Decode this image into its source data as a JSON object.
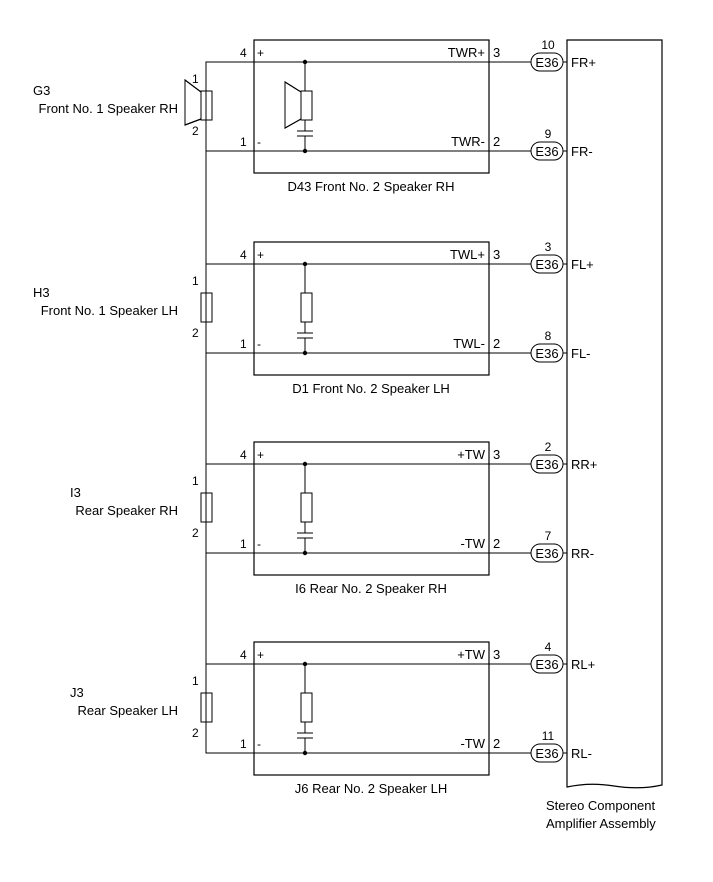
{
  "amplifier": {
    "label_line1": "Stereo Component",
    "label_line2": "Amplifier Assembly"
  },
  "circuits": [
    {
      "speaker_code": "G3",
      "speaker_name": "Front No. 1 Speaker RH",
      "tweeter_label": "D43 Front No. 2 Speaker RH",
      "spk_pin_plus": "1",
      "spk_pin_minus": "2",
      "box_pin_plus": "4",
      "box_pin_minus": "1",
      "sign_plus": "+",
      "sign_minus": "-",
      "term_plus": "TWR+",
      "term_minus": "TWR-",
      "out_pin_plus": "3",
      "out_pin_minus": "2",
      "connector": "E36",
      "amp_pin_plus": "10",
      "amp_pin_minus": "9",
      "amp_sig_plus": "FR+",
      "amp_sig_minus": "FR-"
    },
    {
      "speaker_code": "H3",
      "speaker_name": "Front No. 1 Speaker LH",
      "tweeter_label": "D1 Front No. 2 Speaker LH",
      "spk_pin_plus": "1",
      "spk_pin_minus": "2",
      "box_pin_plus": "4",
      "box_pin_minus": "1",
      "sign_plus": "+",
      "sign_minus": "-",
      "term_plus": "TWL+",
      "term_minus": "TWL-",
      "out_pin_plus": "3",
      "out_pin_minus": "2",
      "connector": "E36",
      "amp_pin_plus": "3",
      "amp_pin_minus": "8",
      "amp_sig_plus": "FL+",
      "amp_sig_minus": "FL-"
    },
    {
      "speaker_code": "I3",
      "speaker_name": "Rear Speaker RH",
      "tweeter_label": "I6 Rear No. 2 Speaker RH",
      "spk_pin_plus": "1",
      "spk_pin_minus": "2",
      "box_pin_plus": "4",
      "box_pin_minus": "1",
      "sign_plus": "+",
      "sign_minus": "-",
      "term_plus": "+TW",
      "term_minus": "-TW",
      "out_pin_plus": "3",
      "out_pin_minus": "2",
      "connector": "E36",
      "amp_pin_plus": "2",
      "amp_pin_minus": "7",
      "amp_sig_plus": "RR+",
      "amp_sig_minus": "RR-"
    },
    {
      "speaker_code": "J3",
      "speaker_name": "Rear Speaker LH",
      "tweeter_label": "J6 Rear No. 2 Speaker LH",
      "spk_pin_plus": "1",
      "spk_pin_minus": "2",
      "box_pin_plus": "4",
      "box_pin_minus": "1",
      "sign_plus": "+",
      "sign_minus": "-",
      "term_plus": "+TW",
      "term_minus": "-TW",
      "out_pin_plus": "3",
      "out_pin_minus": "2",
      "connector": "E36",
      "amp_pin_plus": "4",
      "amp_pin_minus": "11",
      "amp_sig_plus": "RL+",
      "amp_sig_minus": "RL-"
    }
  ]
}
